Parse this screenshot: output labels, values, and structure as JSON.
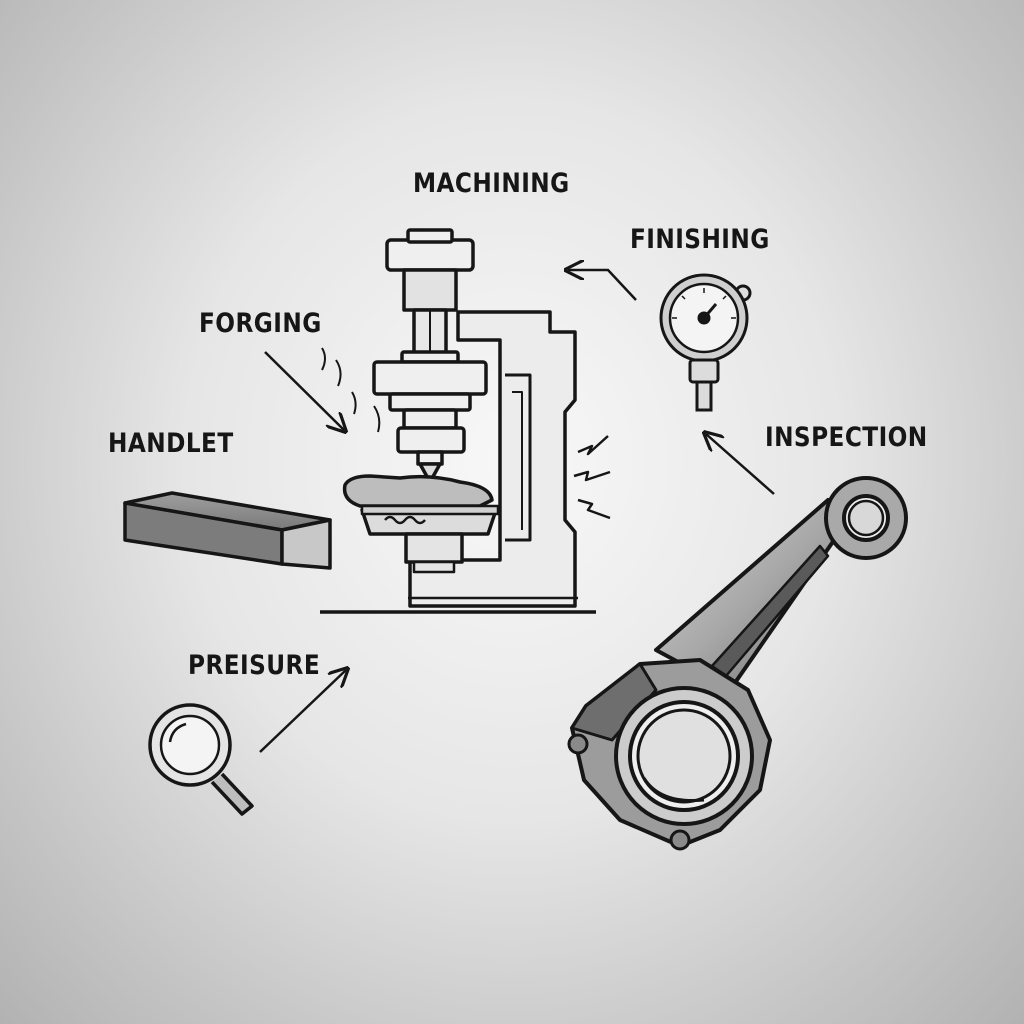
{
  "labels": {
    "machining": "MACHINING",
    "finishing": "FINISHING",
    "forging": "FORGING",
    "handlet": "HANDLET",
    "inspection": "INSPECTION",
    "preisure": "PREISURE"
  },
  "colors": {
    "stroke": "#161616",
    "metal_light": "#d9d9d9",
    "metal_mid": "#9a9a9a",
    "metal_dark": "#5e5e5e",
    "background": "#e6e6e6"
  },
  "icons": [
    "forging-press-icon",
    "dial-gauge-icon",
    "raw-billet-icon",
    "magnifier-icon",
    "connecting-rod-icon"
  ]
}
